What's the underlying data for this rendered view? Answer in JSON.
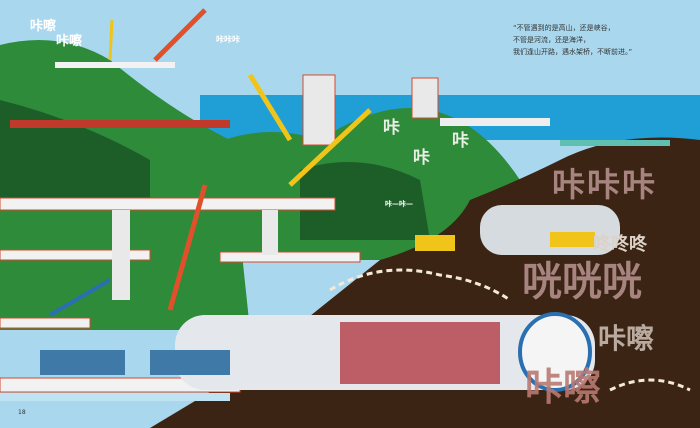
{
  "quote": {
    "lines": [
      "“不管遇到的是高山，还是峡谷，",
      "不管是河流，还是海洋，",
      "我们逢山开路，遇水架桥，不断前进。”"
    ]
  },
  "sounds": {
    "top_left_1": "咔嚓",
    "top_left_2": "咔嚓",
    "crane_top": "咔咔咔",
    "hill_1": "咔",
    "hill_2": "咔",
    "hill_3": "咔",
    "hill_small": "咔—咔—",
    "tunnel_1": "咔咔咔",
    "tunnel_2": "咚咚咚",
    "tunnel_3": "咣咣咣",
    "tbm_1": "咔嚓",
    "tbm_2": "咔嚓"
  },
  "page_number": "18",
  "colors": {
    "sky": "#a9d8ee",
    "sea": "#1f9fd6",
    "hill": "#2e8b3a",
    "earth": "#3b2413",
    "road": "#f2f2f2",
    "crane": "#e0502a",
    "sound_text": "#a88481"
  }
}
